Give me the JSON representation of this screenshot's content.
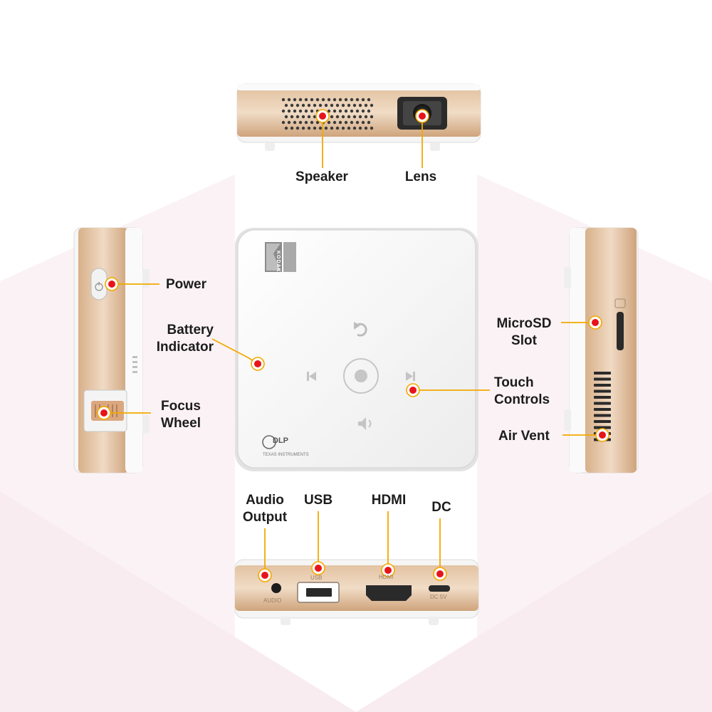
{
  "device": {
    "brand": "KODAK",
    "chip_logo": "DLP",
    "chip_maker": "TEXAS INSTRUMENTS",
    "colors": {
      "body_white": "#f6f6f6",
      "trim_gold": "#d9b48f",
      "marker_red": "#e8141b",
      "marker_ring": "#f2a900",
      "leader_line": "#f2a900",
      "background_tint": "#fbf3f6"
    }
  },
  "ports": {
    "audio": "AUDIO",
    "usb": "USB",
    "hdmi": "HDMI",
    "dc": "DC 5V"
  },
  "callouts": {
    "speaker": "Speaker",
    "lens": "Lens",
    "power": "Power",
    "battery_indicator": "Battery\nIndicator",
    "focus_wheel": "Focus\nWheel",
    "microsd_slot": "MicroSD\nSlot",
    "touch_controls": "Touch\nControls",
    "air_vent": "Air Vent",
    "audio_output": "Audio\nOutput",
    "usb": "USB",
    "hdmi": "HDMI",
    "dc": "DC"
  },
  "icons": {
    "back": "back-arrow-icon",
    "previous": "skip-previous-icon",
    "next": "skip-next-icon",
    "play": "play-center-icon",
    "volume": "volume-icon",
    "power": "power-icon"
  }
}
